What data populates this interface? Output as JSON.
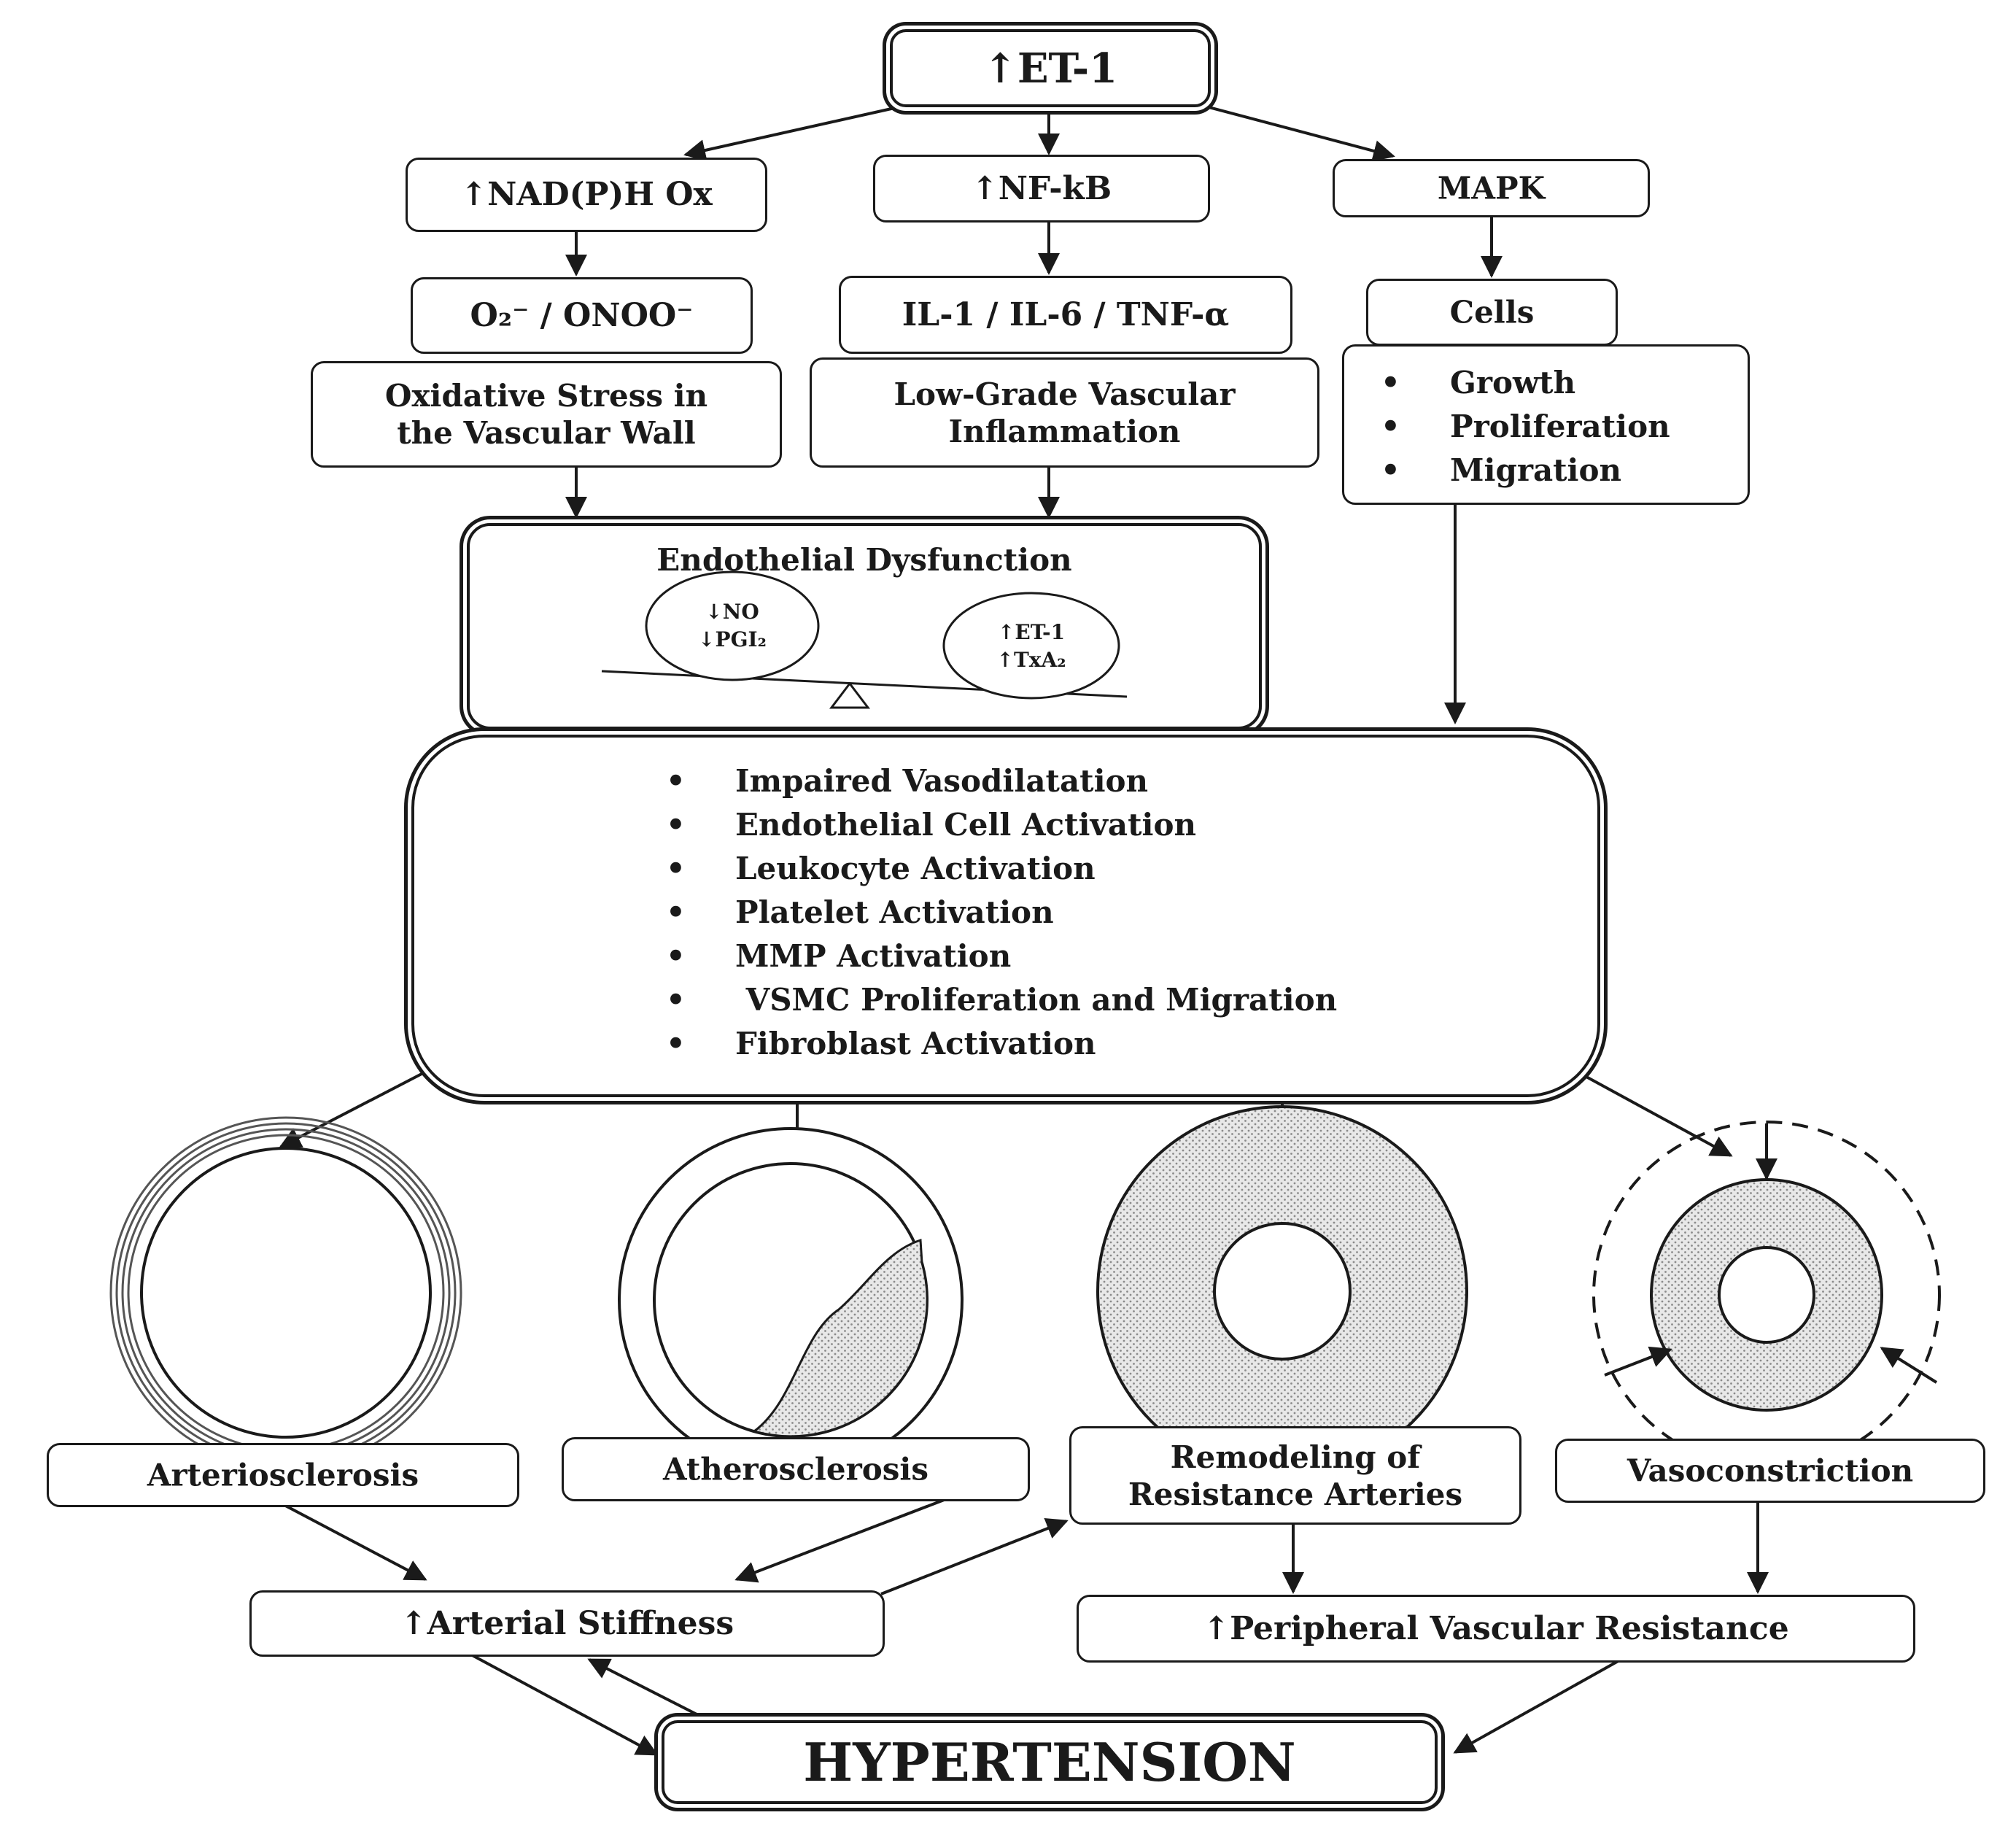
{
  "top": {
    "et1": "↑ET-1"
  },
  "row1": {
    "nadph": "↑NAD(P)H Ox",
    "nfkb": "↑NF-kB",
    "mapk": "MAPK"
  },
  "row2": {
    "radicals": "O₂⁻ / ONOO⁻",
    "cytokines": "IL-1 / IL-6 / TNF-α",
    "cells": "Cells"
  },
  "row3": {
    "oxidative_line1": "Oxidative Stress in",
    "oxidative_line2": "the Vascular Wall",
    "inflammation_line1": "Low-Grade Vascular",
    "inflammation_line2": "Inflammation",
    "cell_effects": [
      "Growth",
      "Proliferation",
      "Migration"
    ]
  },
  "endothelial": {
    "title": "Endothelial Dysfunction",
    "left_line1": "↓NO",
    "left_line2": "↓PGI₂",
    "right_line1": "↑ET-1",
    "right_line2": "↑TxA₂"
  },
  "effects": [
    "Impaired Vasodilatation",
    "Endothelial Cell Activation",
    "Leukocyte Activation",
    "Platelet Activation",
    "MMP Activation",
    " VSMC Proliferation and Migration",
    "Fibroblast Activation"
  ],
  "outcomes": {
    "arteriosclerosis": "Arteriosclerosis",
    "atherosclerosis": "Atherosclerosis",
    "remodeling_line1": "Remodeling of",
    "remodeling_line2": "Resistance Arteries",
    "vasoconstriction": "Vasoconstriction"
  },
  "results": {
    "arterial_stiffness": "↑Arterial Stiffness",
    "peripheral_resistance": "↑Peripheral Vascular Resistance"
  },
  "final": {
    "hypertension": "HYPERTENSION"
  },
  "colors": {
    "line": "#1a1a1a",
    "stipple_fill": "#e6e6e6",
    "background": "#ffffff"
  }
}
